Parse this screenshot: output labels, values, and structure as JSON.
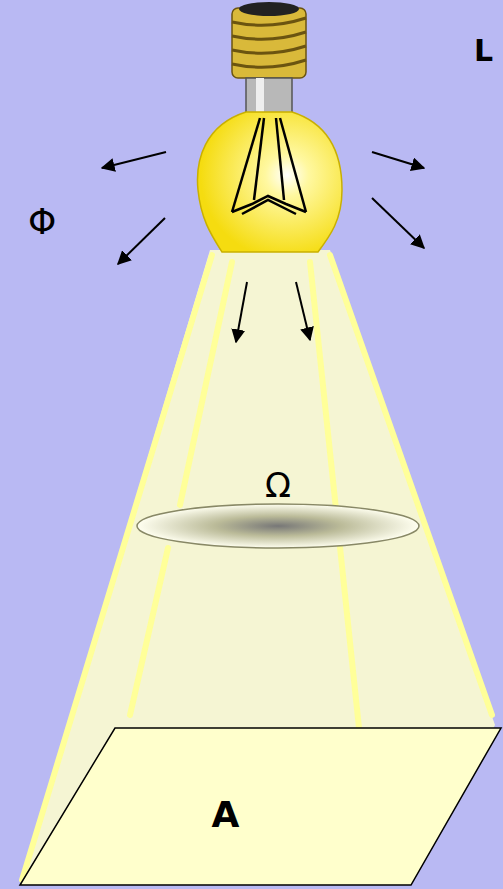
{
  "diagram": {
    "nodes": [
      {
        "text": [
          "Ω"
        ]
      },
      {
        "text": [
          "A"
        ]
      }
    ],
    "labels": [
      "L",
      "Φ"
    ]
  }
}
